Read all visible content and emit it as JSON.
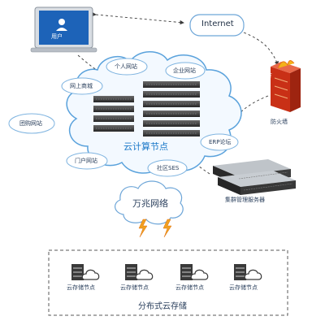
{
  "laptop": {
    "user_label": "用户"
  },
  "internet": {
    "label": "Internet"
  },
  "firewall": {
    "badge": "Firewall",
    "label": "防火墙"
  },
  "cloud": {
    "title": "云计算节点",
    "sites": {
      "personal": "个人网站",
      "enterprise": "企业网站",
      "shop": "网上商城",
      "group_buy": "团购网站",
      "portal": "门户网站",
      "community": "社区SES",
      "erp": "ERP论坛"
    }
  },
  "cluster": {
    "label": "集群管理服务器"
  },
  "network": {
    "label": "万兆网络"
  },
  "storage": {
    "title": "分布式云存储",
    "nodes": [
      "云存储节点",
      "云存储节点",
      "云存储节点",
      "云存储节点"
    ]
  },
  "colors": {
    "accent": "#1a78c8",
    "cloud_stroke": "#5aa2dc",
    "cloud_fill": "#f3f9ff",
    "lightning": "#f0a020",
    "firewall": "#e0401a"
  }
}
